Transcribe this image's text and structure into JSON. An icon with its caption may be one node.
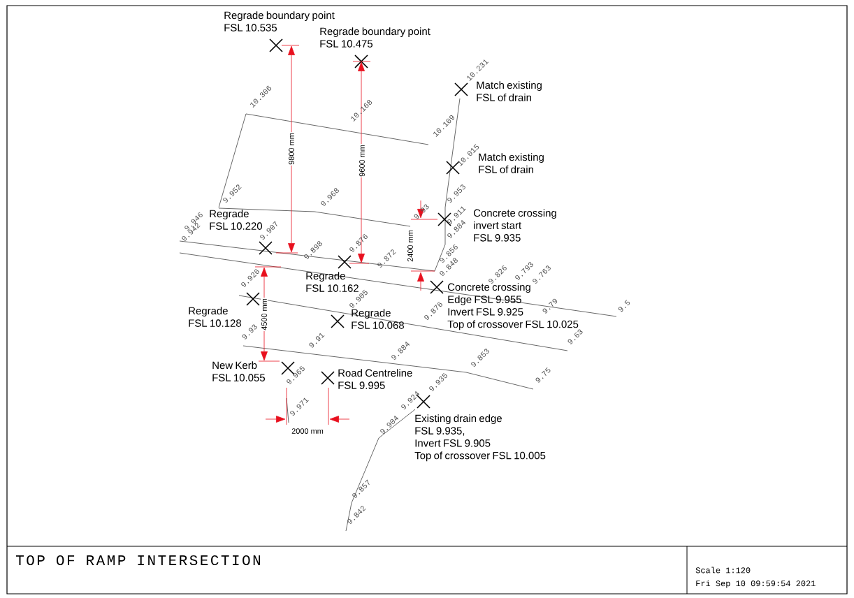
{
  "diagram": {
    "title": "TOP OF RAMP INTERSECTION",
    "labels": [
      "Regrade boundary point FSL 10.535",
      "Regrade boundary point FSL 10.475",
      "10.231",
      "Match existing FSL of drain",
      "10.306",
      "10.168",
      "10.109",
      "9800 mm",
      "9600 mm",
      "10.015",
      "Match existing FSL of drain",
      "9.953",
      "9.952",
      "9.968",
      "9.93",
      "9.911",
      "Concrete crossing invert start FSL 9.935",
      "Regrade FSL 10.220",
      "9.946",
      "9.942",
      "9.907",
      "9.884",
      "2400 mm",
      "9.876",
      "9.898",
      "9.856",
      "9.872",
      "9.848",
      "9.826",
      "9.793",
      "9.763",
      "Regrade FSL 10.162",
      "9.926",
      "Concrete crossing Edge FSL 9.955 Invert FSL 9.925 Top of crossover FSL 10.025",
      "9.905",
      "9.5",
      "9.876",
      "9.79",
      "Regrade FSL 10.128",
      "4500 mm",
      "Regrade FSL 10.068",
      "9.93",
      "9.63",
      "9.91",
      "9.884",
      "9.853",
      "New Kerb FSL 10.055",
      "9.965",
      "Road Centreline FSL 9.995",
      "9.75",
      "9.935",
      "9.924",
      "9.971",
      "Existing drain edge FSL 9.935, Invert FSL 9.905 Top of crossover FSL 10.005",
      "9.904",
      "2000 mm",
      "9.857",
      "9.842",
      "Scale 1:120",
      "Fri Sep 10 09:59:54 2021"
    ]
  }
}
